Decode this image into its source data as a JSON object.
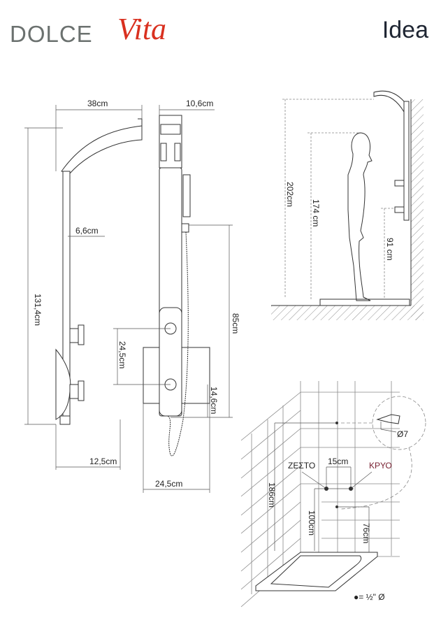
{
  "brand": {
    "part1": "DOLCE",
    "part2": "Vita",
    "color_gray": "#6b716f",
    "color_red": "#d9301f"
  },
  "model_name": "Idea",
  "side_view": {
    "width_label": "38cm",
    "height_label": "131,4cm",
    "depth_label": "6,6cm",
    "bottom_label": "12,5cm"
  },
  "front_view": {
    "top_width_label": "10,6cm",
    "valve_spacing_label": "24,5cm",
    "hose_height_label": "85cm",
    "bottom_offset_label": "14,6cm",
    "base_width_label": "24,5cm"
  },
  "install_view": {
    "total_height_label": "202cm",
    "person_height_label": "174 cm",
    "valve_height_label": "91 cm"
  },
  "plumbing_view": {
    "top_height_label": "186cm",
    "inlet_height_label": "100cm",
    "low_height_label": "76cm",
    "spacing_label": "15cm",
    "hot_label": "ΖΕΣΤΟ",
    "cold_label": "ΚΡΥΟ",
    "hose_diameter_label": "Ø7",
    "legend_label": "●= ½\" Ø"
  }
}
